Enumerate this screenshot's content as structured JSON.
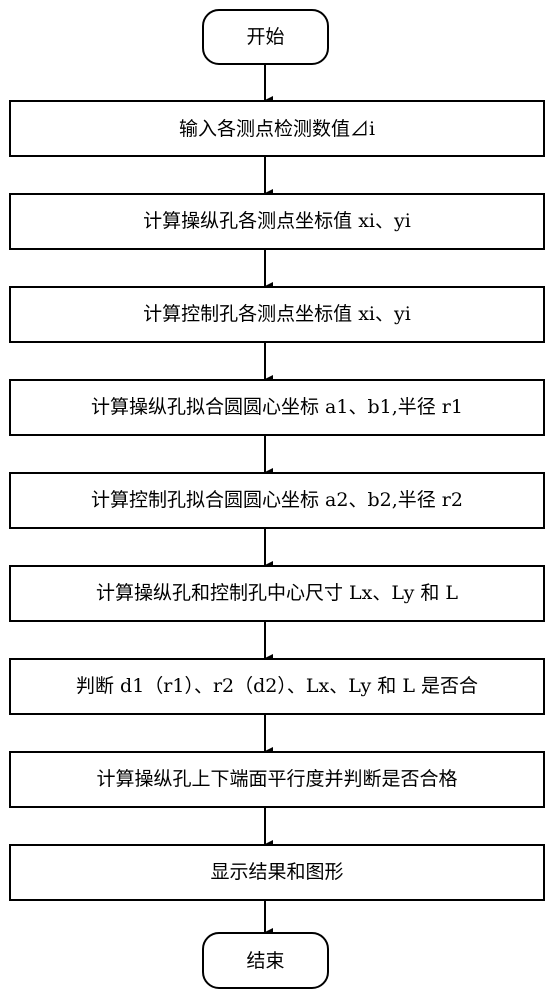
{
  "flowchart": {
    "start": "开始",
    "steps": [
      "输入各测点检测数值⊿i",
      "计算操纵孔各测点坐标值 xi、yi",
      "计算控制孔各测点坐标值 xi、yi",
      "计算操纵孔拟合圆圆心坐标 a1、b1,半径 r1",
      "计算控制孔拟合圆圆心坐标 a2、b2,半径 r2",
      "计算操纵孔和控制孔中心尺寸 Lx、Ly 和 L",
      "判断 d1（r1）、r2（d2）、Lx、Ly 和 L 是否合",
      "计算操纵孔上下端面平行度并判断是否合格",
      "显示结果和图形"
    ],
    "end": "结束"
  }
}
